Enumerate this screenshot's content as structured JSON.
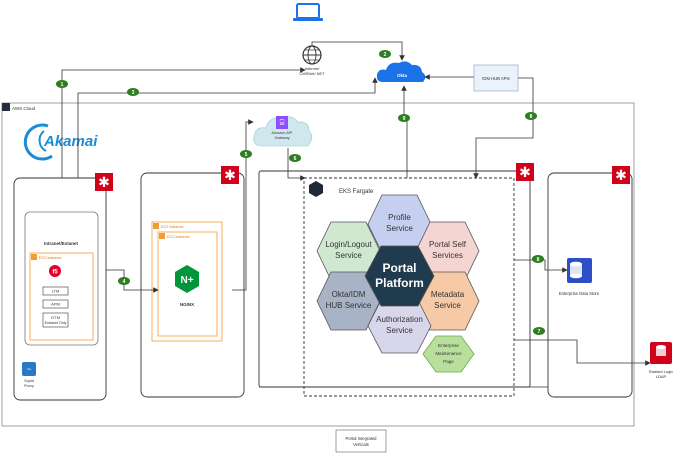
{
  "aws_cloud": {
    "label": "AWS Cloud"
  },
  "akamai": {
    "label": "Akamai"
  },
  "internet": {
    "label_line1": "Internet/",
    "label_line2": "CMSNet/ NET"
  },
  "okta": {
    "label": "Okta"
  },
  "idm_hub": {
    "label": "IDM HUB APIs"
  },
  "api_gateway": {
    "label_line1": "Amazon API",
    "label_line2": "Gateway"
  },
  "eks": {
    "label": "EKS Fargate"
  },
  "intranet": {
    "title": "Intranet/Extanet",
    "ec2_label": "EC2 instance",
    "items": [
      "LTM",
      "APM",
      "GTM\nExtranet Only"
    ]
  },
  "nginx": {
    "outer_label": "EC2 instance",
    "inner_label": "EC2 instance",
    "name": "NGINX"
  },
  "squid": {
    "label_line1": "Squid",
    "label_line2": "Proxy"
  },
  "services": {
    "profile": "Profile Service",
    "login": "Login/Logout Service",
    "portal_self": "Portal Self Services",
    "portal_platform_line1": "Portal",
    "portal_platform_line2": "Platform",
    "okta_idm": "Okta/IDM HUB Service",
    "metadata": "Metadata Service",
    "authorization": "Authorization Service",
    "enterprise_maintenance_line1": "Enterprise",
    "enterprise_maintenance_line2": "Maintenance",
    "enterprise_maintenance_line3": "Page"
  },
  "enterprise_store": {
    "label": "Enterprise Data Store"
  },
  "ldap": {
    "label_line1": "Radiant Logic",
    "label_line2": "LDAP"
  },
  "legend": {
    "label_line1": "Portal Integrated",
    "label_line2": "Verticals"
  },
  "steps": [
    "1",
    "2",
    "3",
    "4",
    "5",
    "6",
    "7",
    "8",
    "9"
  ],
  "colors": {
    "step": "#2e7d1e",
    "profile": "#c5cff0",
    "login": "#cfe8cf",
    "portal_self": "#f5d5d1",
    "portal_platform": "#1f3b4d",
    "okta_idm": "#a8b4c6",
    "metadata": "#f6caa6",
    "authorization": "#d8d6ea",
    "maintenance": "#b9df9d",
    "red": "#d0021b",
    "blue": "#1a73e8"
  }
}
